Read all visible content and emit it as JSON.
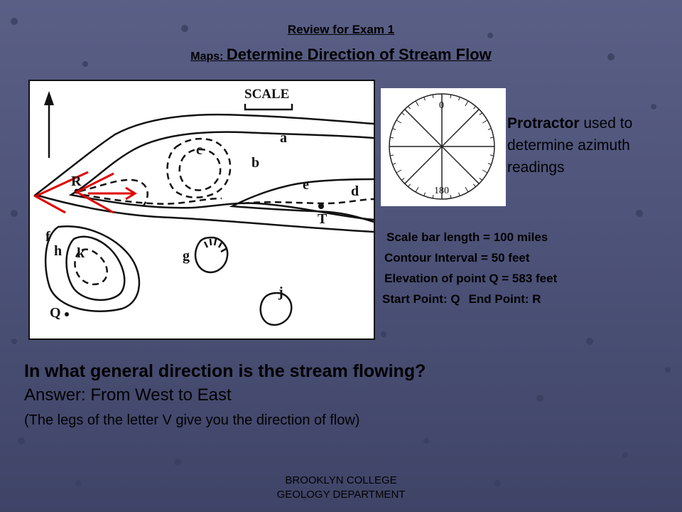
{
  "header": {
    "title": "Review for Exam 1",
    "subtitle_prefix": "Maps: ",
    "subtitle_main": "Determine Direction of Stream Flow"
  },
  "map": {
    "scale_label": "SCALE",
    "point_labels": {
      "a": "a",
      "b": "b",
      "c": "c",
      "d": "d",
      "e": "e",
      "f": "f",
      "g": "g",
      "h": "h",
      "j": "j",
      "k": "k",
      "R": "R",
      "T": "T",
      "Q": "Q"
    },
    "highlight_color": "#e00000"
  },
  "protractor": {
    "top_label": "0",
    "bottom_label": "180",
    "caption_bold": "Protractor",
    "caption_rest": " used to determine azimuth readings"
  },
  "facts": {
    "scale_bar": "Scale bar length = 100 miles",
    "contour_interval": "Contour Interval = 50 feet",
    "elevation_q": "Elevation of point Q = 583 feet",
    "start_point": "Start Point: Q",
    "end_point": "End Point: R"
  },
  "qa": {
    "question": "In what general direction is the stream flowing?",
    "answer": "Answer: From West to East",
    "explanation": "(The legs of the letter V give you the direction of flow)"
  },
  "footer": {
    "line1": "BROOKLYN COLLEGE",
    "line2": "GEOLOGY DEPARTMENT"
  }
}
